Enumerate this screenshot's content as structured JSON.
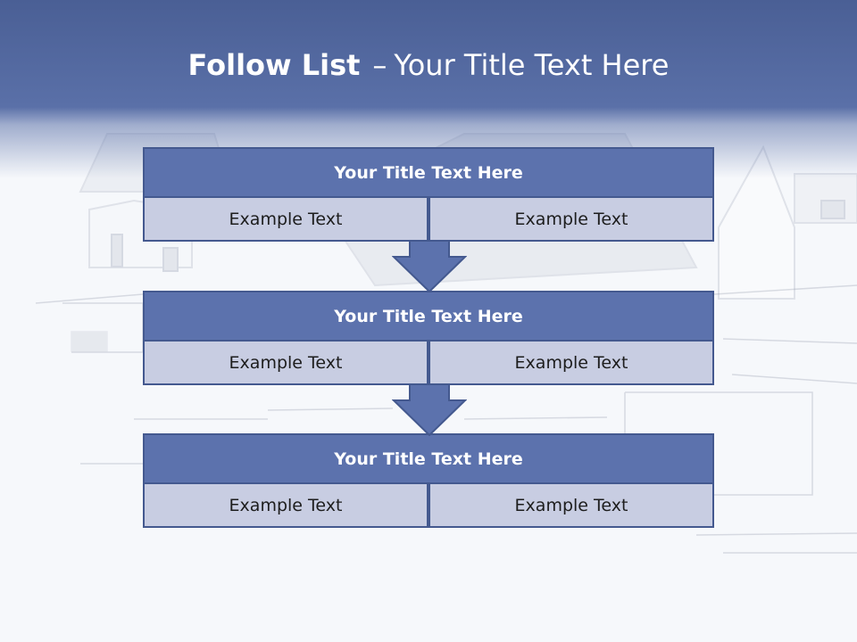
{
  "title": {
    "bold": "Follow List",
    "separator": "–",
    "rest": "Your Title Text Here"
  },
  "steps": [
    {
      "title": "Your Title Text Here",
      "left": "Example Text",
      "right": "Example Text"
    },
    {
      "title": "Your Title Text Here",
      "left": "Example Text",
      "right": "Example Text"
    },
    {
      "title": "Your Title Text Here",
      "left": "Example Text",
      "right": "Example Text"
    }
  ],
  "colors": {
    "header": "#5a70a8",
    "box_title": "#5c72ad",
    "box_cell": "#c8cde2",
    "border": "#44598f",
    "arrow": "#5c72ad"
  },
  "background": "house-blueprint-image"
}
